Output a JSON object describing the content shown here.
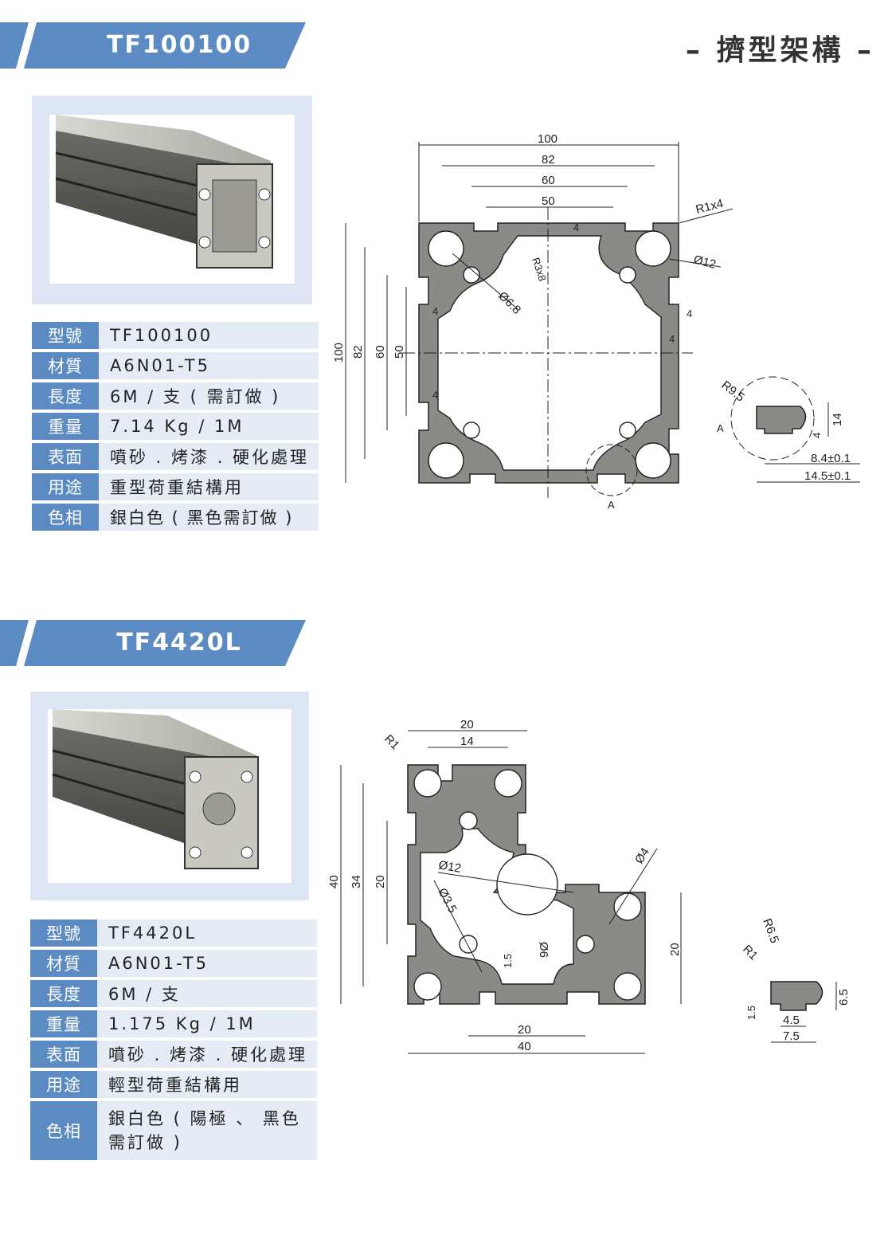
{
  "page": {
    "title": "– 擠型架構 –"
  },
  "labels": {
    "model": "型號",
    "material": "材質",
    "length": "長度",
    "weight": "重量",
    "surface": "表面",
    "usage": "用途",
    "color": "色相"
  },
  "products": [
    {
      "code": "TF100100",
      "specs": {
        "model": "TF100100",
        "material": "A6N01-T5",
        "length": "6M / 支 ( 需訂做 )",
        "weight": "7.14 Kg / 1M",
        "surface": "噴砂 . 烤漆 . 硬化處理",
        "usage": "重型荷重結構用",
        "color": "銀白色 ( 黑色需訂做 )"
      },
      "dims": {
        "w100": "100",
        "w82": "82",
        "w60": "60",
        "w50": "50",
        "h100": "100",
        "h82": "82",
        "h60": "60",
        "h50": "50",
        "r1x4": "R1x4",
        "d12": "Ø12",
        "d68": "Ø6.8",
        "r3x8": "R3x8",
        "t4": "4",
        "detail_mark": "A",
        "r95": "R9.5",
        "d14": "14",
        "d4": "4",
        "d84": "8.4±0.1",
        "d145": "14.5±0.1"
      }
    },
    {
      "code": "TF4420L",
      "specs": {
        "model": "TF4420L",
        "material": "A6N01-T5",
        "length": "6M / 支",
        "weight": "1.175 Kg / 1M",
        "surface": "噴砂 . 烤漆 . 硬化處理",
        "usage": "輕型荷重結構用",
        "color": "銀白色 ( 陽極 、 黑色需訂做 )"
      },
      "dims": {
        "w20": "20",
        "w14": "14",
        "r1": "R1",
        "h40": "40",
        "h34": "34",
        "h20": "20",
        "d12": "Ø12",
        "d35": "Ø3.5",
        "d4": "Ø4",
        "d9": "9Ø",
        "t15": "1.5",
        "r20": "20",
        "b20": "20",
        "b40": "40",
        "r65": "R6.5",
        "dr1": "R1",
        "d15": "1.5",
        "d45": "4.5",
        "d75": "7.5",
        "d65": "6.5"
      }
    }
  ],
  "colors": {
    "band": "#5b8bc2",
    "label_bg": "#5b8bc2",
    "value_bg": "#e6ecf5",
    "section": "#8a8a86"
  }
}
